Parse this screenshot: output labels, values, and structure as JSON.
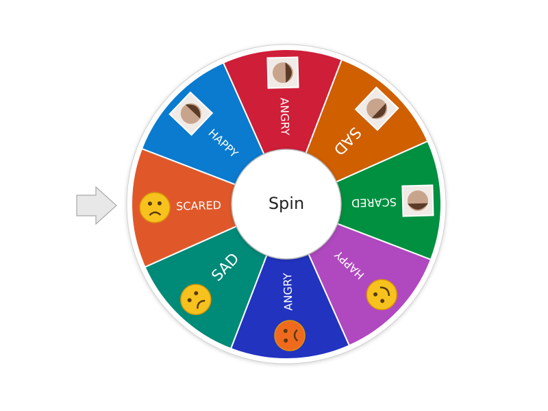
{
  "spin_button": {
    "label": "Spin"
  },
  "pointer": {
    "icon": "arrow-right-icon",
    "color": "#e8e8e8"
  },
  "wheel": {
    "segments": [
      {
        "label": "SCARED",
        "color": "#e0582a",
        "image": "scared-emoji-icon"
      },
      {
        "label": "HAPPY",
        "color": "#0a7bcf",
        "image": "happy-child-photo"
      },
      {
        "label": "ANGRY",
        "color": "#cf1e38",
        "image": "angry-child-photo"
      },
      {
        "label": "SAD",
        "color": "#d05f00",
        "image": "sad-child-photo"
      },
      {
        "label": "SCARED",
        "color": "#009040",
        "image": "scared-child-photo"
      },
      {
        "label": "HAPPY",
        "color": "#b048c0",
        "image": "happy-emoji-icon"
      },
      {
        "label": "ANGRY",
        "color": "#2233c0",
        "image": "angry-emoji-icon"
      },
      {
        "label": "SAD",
        "color": "#008a78",
        "image": "sad-emoji-icon"
      }
    ]
  }
}
